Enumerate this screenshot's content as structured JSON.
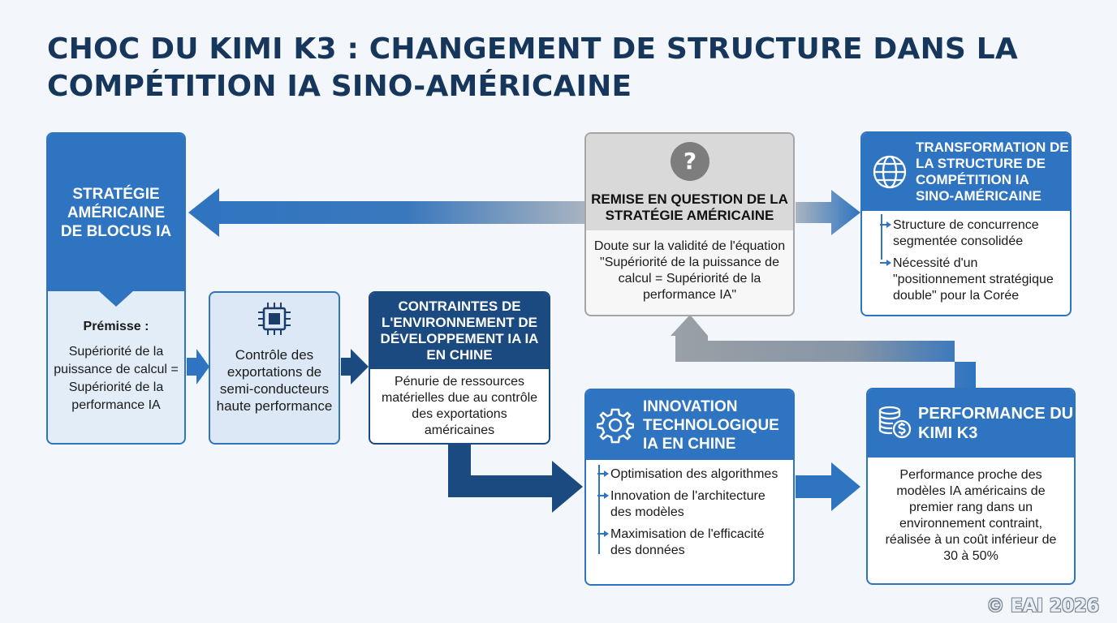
{
  "title_line1": "CHOC DU KIMI K3 : CHANGEMENT DE STRUCTURE DANS LA",
  "title_line2": "COMPÉTITION IA SINO-AMÉRICAINE",
  "us_strategy": {
    "header": "STRATÉGIE AMÉRICAINE DE BLOCUS IA",
    "premise_label": "Prémisse :",
    "premise_text": "Supériorité de la puissance de calcul = Supériorité de la performance IA"
  },
  "export_control": {
    "icon": "chip-icon",
    "text": "Contrôle des exportations de semi-conducteurs haute performance"
  },
  "constraints": {
    "header": "CONTRAINTES DE L'ENVIRONNEMENT DE DÉVELOPPEMENT IA IA EN CHINE",
    "text": "Pénurie de ressources matérielles due au contrôle des exportations américaines"
  },
  "innovation": {
    "icon": "gear-icon",
    "header": "INNOVATION TECHNOLOGIQUE IA EN CHINE",
    "items": [
      "Optimisation des algorithmes",
      "Innovation de l'architecture des modèles",
      "Maximisation de l'efficacité des données"
    ]
  },
  "performance": {
    "icon": "coins-dollar-icon",
    "header": "PERFORMANCE DU KIMI K3",
    "text": "Performance proche des modèles IA américains de premier rang dans un environnement contraint, réalisée à un coût inférieur de 30 à 50%"
  },
  "questioning": {
    "icon": "question-icon",
    "header": "REMISE EN QUESTION DE LA STRATÉGIE AMÉRICAINE",
    "text": "Doute sur la validité de l'équation \"Supériorité de la puissance de calcul = Supériorité de la performance IA\""
  },
  "transformation": {
    "icon": "globe-icon",
    "header": "TRANSFORMATION DE LA STRUCTURE DE COMPÉTITION IA SINO-AMÉRICAINE",
    "items": [
      "Structure de concurrence segmentée consolidée",
      "Nécessité d'un \"positionnement stratégique double\" pour la Corée"
    ]
  },
  "copyright": "© EAI 2026",
  "colors": {
    "primary": "#2f74c0",
    "dark": "#1a4a80",
    "navy": "#16365c",
    "gray": "#a5a5a5",
    "light": "#dce8f5"
  }
}
